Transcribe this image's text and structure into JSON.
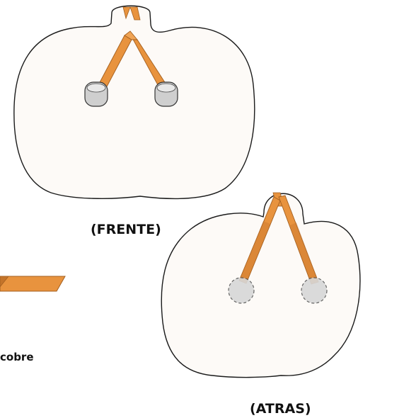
{
  "labels": {
    "front": "(FRENTE)",
    "back": "(ATRAS)",
    "partial_word": "cobre"
  },
  "colors": {
    "body_fill": "#fdfaf7",
    "outline": "#1a1a1a",
    "tape": "#e8933e",
    "tape_edge": "#a35f1f",
    "tape_dark": "#c4742a",
    "electrode_front": "#cfcfcf",
    "electrode_back": "#d7d7d7"
  },
  "diagram": {
    "views": [
      {
        "name": "front",
        "electrodes_visible": true
      },
      {
        "name": "back",
        "electrodes_visible": false
      }
    ]
  }
}
